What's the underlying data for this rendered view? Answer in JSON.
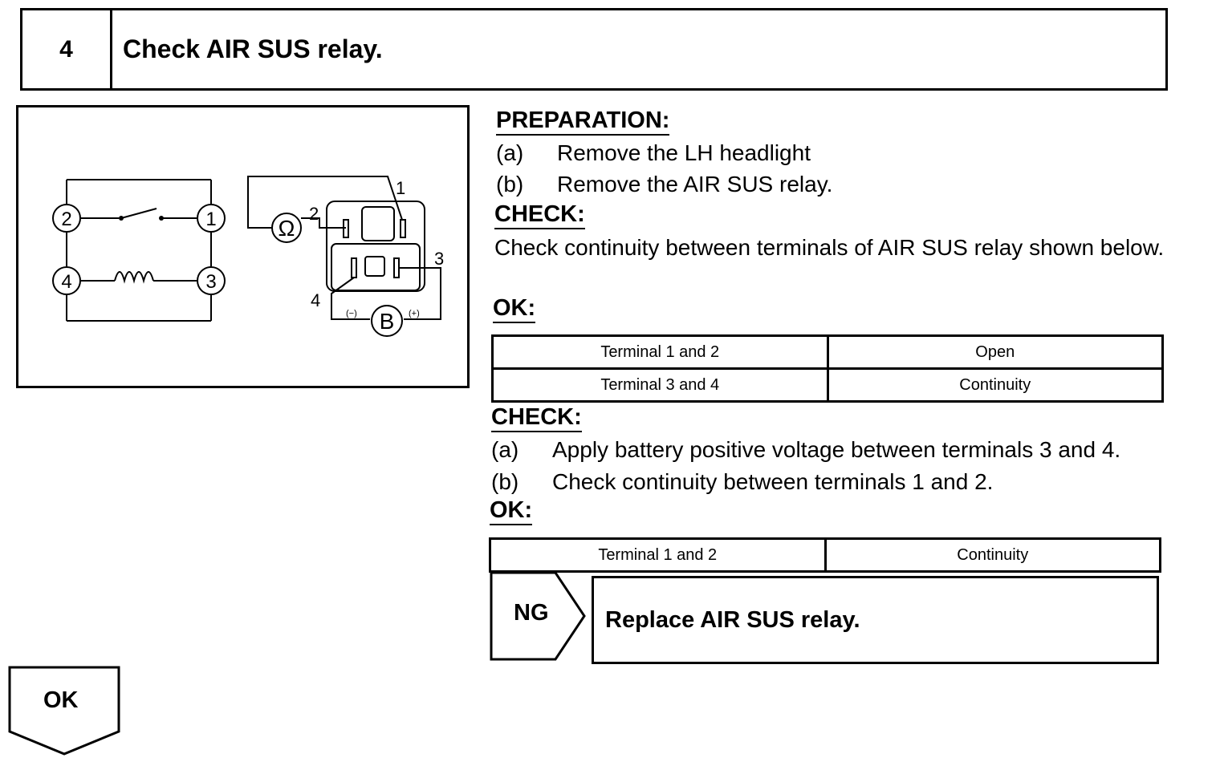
{
  "step": {
    "number": "4",
    "title": "Check AIR SUS relay."
  },
  "diagram": {
    "terminals": {
      "t1": "1",
      "t2": "2",
      "t3": "3",
      "t4": "4"
    },
    "callouts": {
      "c1": "1",
      "c2": "2",
      "c3": "3",
      "c4": "4"
    },
    "ohmmeter": "Ω",
    "battery": "B",
    "neg": "(−)",
    "pos": "(+)"
  },
  "preparation": {
    "heading": "PREPARATION:",
    "items": [
      {
        "label": "(a)",
        "text": "Remove the LH headlight"
      },
      {
        "label": "(b)",
        "text": "Remove the AIR SUS relay."
      }
    ]
  },
  "check1": {
    "heading": "CHECK:",
    "text": "Check continuity between terminals of AIR SUS relay shown below."
  },
  "ok1": {
    "heading": "OK:",
    "rows": [
      {
        "terminal": "Terminal 1 and 2",
        "condition": "Open"
      },
      {
        "terminal": "Terminal 3 and 4",
        "condition": "Continuity"
      }
    ]
  },
  "check2": {
    "heading": "CHECK:",
    "items": [
      {
        "label": "(a)",
        "text": "Apply battery positive voltage between terminals 3 and 4."
      },
      {
        "label": "(b)",
        "text": "Check continuity between terminals 1 and 2."
      }
    ]
  },
  "ok2": {
    "heading": "OK:",
    "rows": [
      {
        "terminal": "Terminal 1 and 2",
        "condition": "Continuity"
      }
    ]
  },
  "ng": {
    "label": "NG",
    "action": "Replace AIR SUS relay."
  },
  "ok": {
    "label": "OK"
  }
}
